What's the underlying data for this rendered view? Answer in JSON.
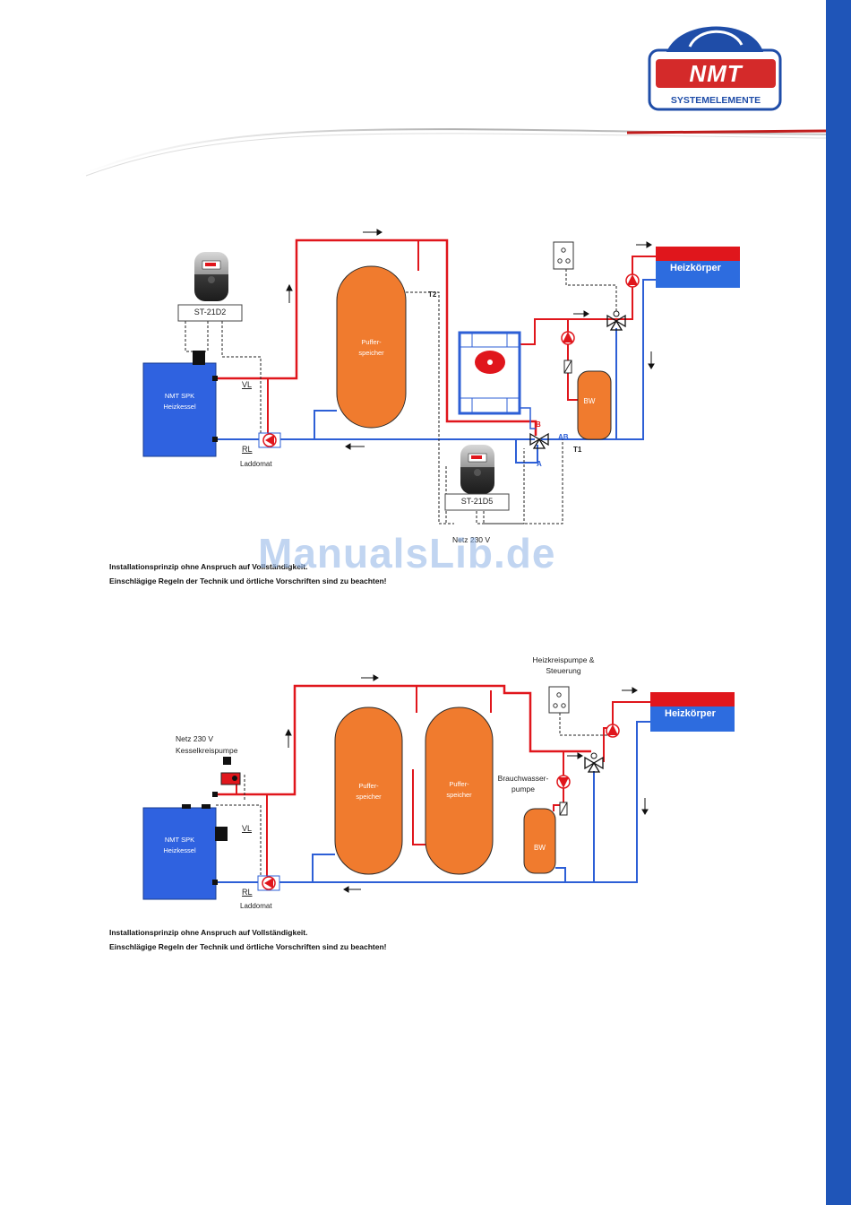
{
  "header": {
    "logo_text": "NMT",
    "logo_subtitle": "SYSTEMELEMENTE",
    "brand_color": "#d42a2a",
    "accent_color": "#1f55b8"
  },
  "diagram1": {
    "controller_top": "ST-21D2",
    "controller_bottom": "ST-21D5",
    "boiler": [
      "NMT SPK",
      "Heizkessel"
    ],
    "buffer": [
      "Puffer-",
      "speicher"
    ],
    "vl": "VL",
    "rl": "RL",
    "laddomat": "Laddomat",
    "bw": "BW",
    "heizkoerper": "Heizkörper",
    "t1": "T1",
    "t2": "T2",
    "valve_b": "B",
    "valve_a": "A",
    "valve_ab": "AB",
    "netz": "Netz 230 V",
    "note_line1": "Installationsprinzip ohne Anspruch auf Vollständigkeit.",
    "note_line2": "Einschlägige Regeln der Technik und örtliche Vorschriften sind zu beachten!"
  },
  "diagram2": {
    "boiler": [
      "NMT SPK",
      "Heizkessel"
    ],
    "buffer1": [
      "Puffer-",
      "speicher"
    ],
    "buffer2": [
      "Puffer-",
      "speicher"
    ],
    "vl": "VL",
    "rl": "RL",
    "laddomat": "Laddomat",
    "bw": "BW",
    "brauchwasser": [
      "Brauchwasser-",
      "pumpe"
    ],
    "heizkreis": [
      "Heizkreispumpe &",
      "Steuerung"
    ],
    "netz": [
      "Netz 230 V",
      "Kesselkreispumpe"
    ],
    "heizkoerper": "Heizkörper",
    "note_line1": "Installationsprinzip ohne Anspruch auf Vollständigkeit.",
    "note_line2": "Einschlägige Regeln der Technik und örtliche Vorschriften sind zu beachten!"
  },
  "watermark": "ManualsLib.de",
  "colors": {
    "red_pipe": "#e0161c",
    "blue_pipe": "#2d5fd6",
    "tank_orange": "#f07b2e",
    "boiler_blue": "#2f62e0",
    "radiator_blue": "#2d6cdf"
  }
}
